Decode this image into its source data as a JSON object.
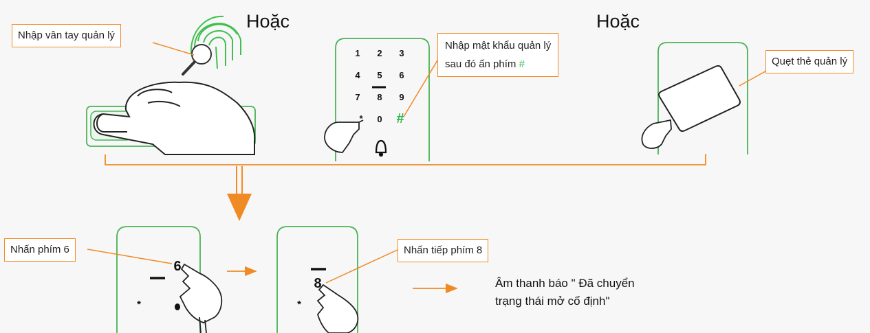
{
  "headings": {
    "or_left": "Hoặc",
    "or_right": "Hoặc"
  },
  "callouts": {
    "fingerprint": "Nhập vân tay quản lý",
    "password_line1": "Nhập mật khẩu quản lý",
    "password_line2_prefix": "sau đó ấn phím ",
    "password_line2_hash": "#",
    "card": "Quẹt thẻ quản lý",
    "press6": "Nhấn phím 6",
    "press8": "Nhấn tiếp phím 8"
  },
  "keypad": {
    "keys": [
      "1",
      "2",
      "3",
      "4",
      "5",
      "6",
      "7",
      "8",
      "9",
      "*",
      "0",
      "#"
    ]
  },
  "zoom_keys": {
    "left_key": "6",
    "right_key": "8",
    "star": "*"
  },
  "result": {
    "line1": "Âm thanh báo \" Đã chuyển",
    "line2": "trạng thái mở cố định\""
  },
  "colors": {
    "accent": "#f08a24",
    "lock_outline": "#49b356",
    "callout_border": "#f08a24"
  }
}
